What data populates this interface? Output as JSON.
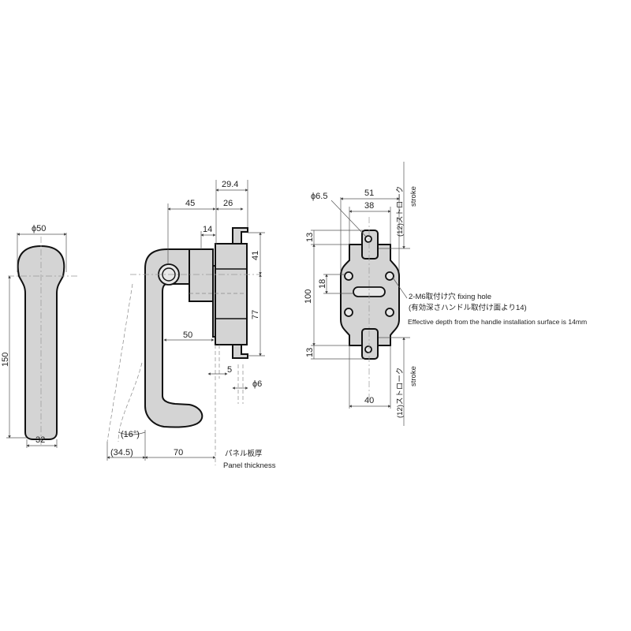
{
  "drawing": {
    "type": "technical-dimension-drawing",
    "subject": "L-handle lock (side, front and rear views)",
    "units": "mm",
    "colors": {
      "part_fill": "#d4d4d4",
      "outline": "#111111",
      "dimension_line": "#555555",
      "background": "#ffffff"
    }
  },
  "front_view": {
    "dim_head_diameter": "ϕ50",
    "dim_length": "150",
    "dim_width": "32"
  },
  "side_view": {
    "dim_29_4": "29.4",
    "dim_45": "45",
    "dim_26": "26",
    "dim_14": "14",
    "dim_41": "41",
    "dim_77": "77",
    "dim_50": "50",
    "dim_5": "5",
    "dim_phi6": "ϕ6",
    "dim_angle": "(16°)",
    "dim_34_5": "(34.5)",
    "dim_70": "70",
    "panel_label_jp": "パネル板厚",
    "panel_label_en": "Panel thickness"
  },
  "rear_view": {
    "dim_phi6_5": "ϕ6.5",
    "dim_51": "51",
    "dim_38": "38",
    "dim_13_top": "13",
    "dim_18": "18",
    "dim_100": "100",
    "dim_13_bottom": "13",
    "dim_40": "40",
    "stroke_top_jp": "(12)ストローク",
    "stroke_top_en": "stroke",
    "stroke_bottom_jp": "(12)ストローク",
    "stroke_bottom_en": "stroke",
    "fixing_hole_line1": "2-M6取付け穴  fixing hole",
    "fixing_hole_line2": "(有効深さハンドル取付け面より14)",
    "fixing_hole_line3": "Effective depth from the handle installation surface is 14mm"
  }
}
